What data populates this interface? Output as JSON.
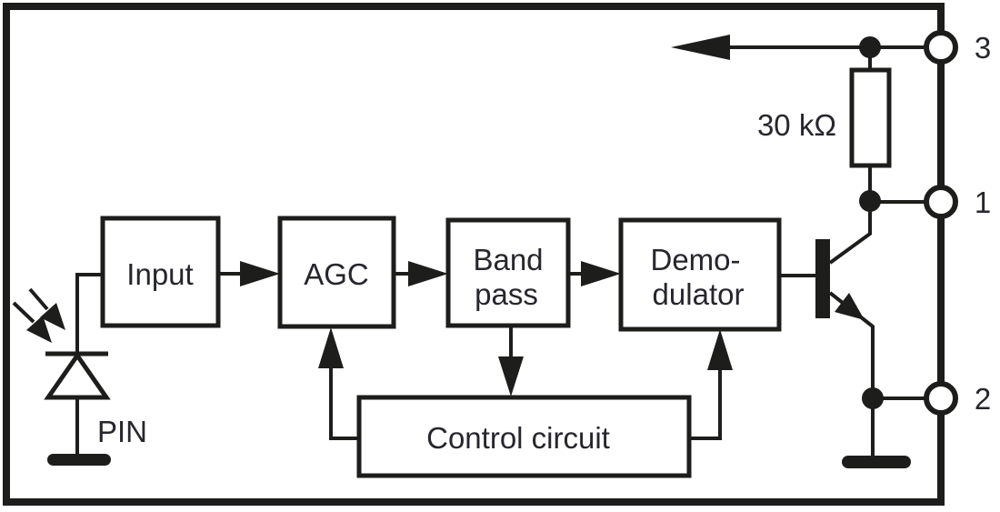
{
  "diagram": {
    "colors": {
      "line": "#1d1d1b",
      "text": "#26262e",
      "background": "#ffffff"
    },
    "blocks": {
      "input": {
        "label": "Input"
      },
      "agc": {
        "label": "AGC"
      },
      "band_pass": {
        "label_line1": "Band",
        "label_line2": "pass"
      },
      "demodulator": {
        "label_line1": "Demo-",
        "label_line2": "dulator"
      },
      "control_circuit": {
        "label": "Control circuit"
      }
    },
    "components": {
      "resistor": {
        "label": "30 kΩ"
      },
      "photodiode": {
        "label": "PIN"
      }
    },
    "pins": [
      {
        "number": "3"
      },
      {
        "number": "1"
      },
      {
        "number": "2"
      }
    ]
  }
}
